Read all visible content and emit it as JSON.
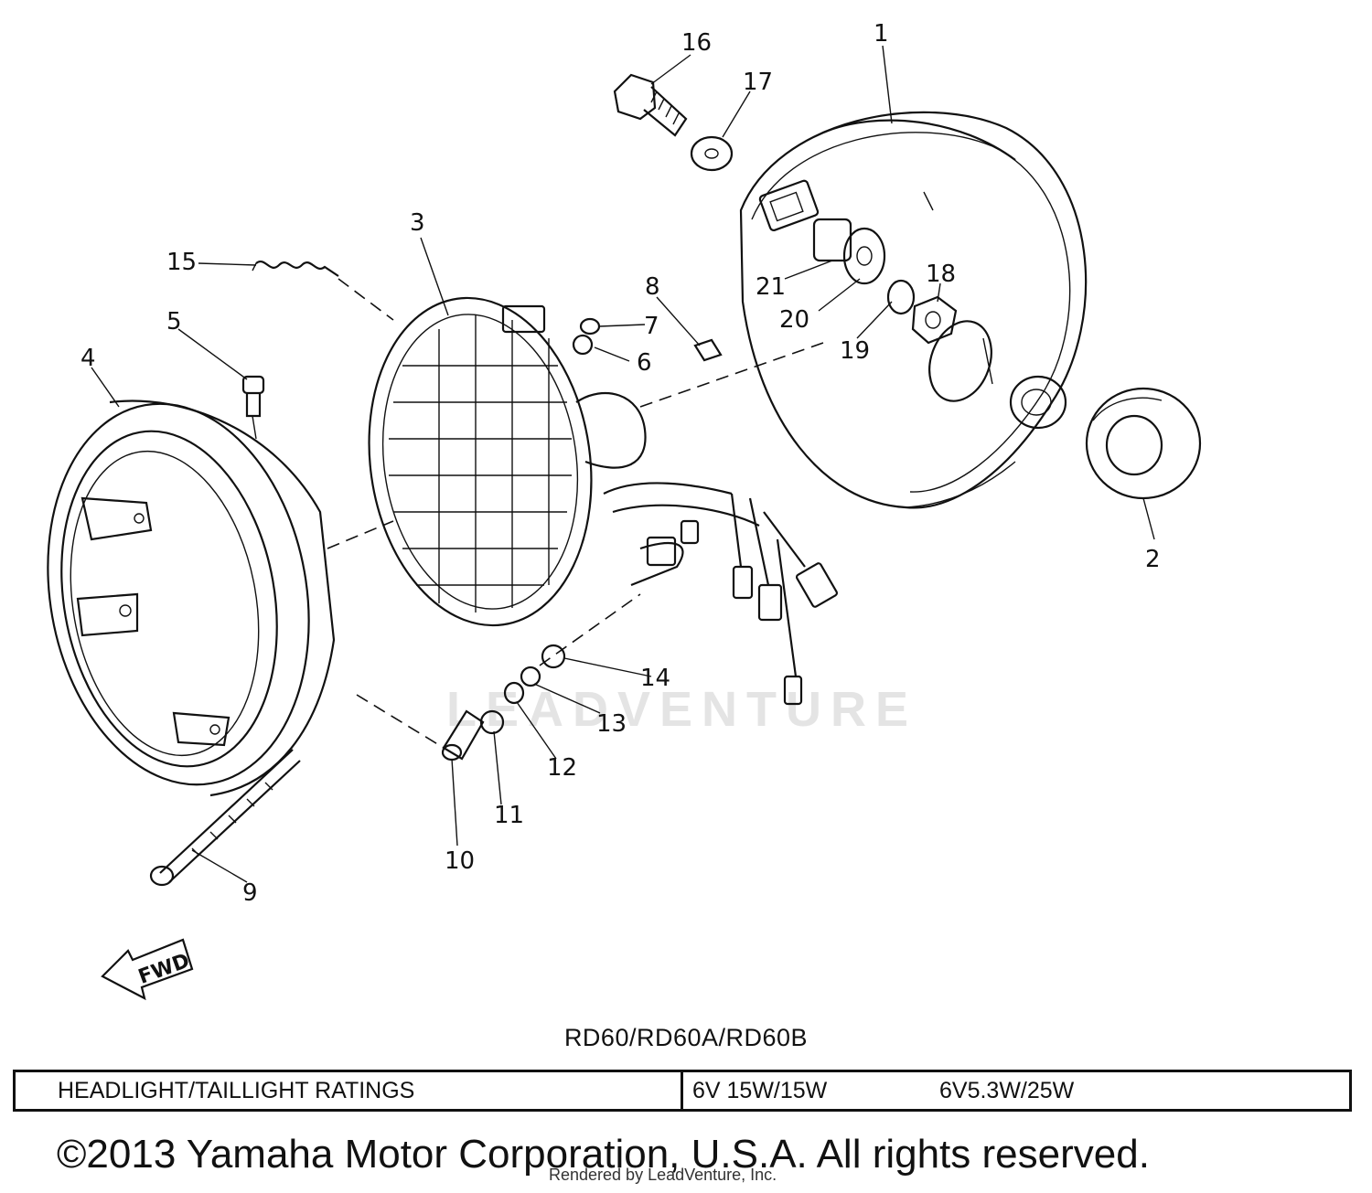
{
  "diagram": {
    "callouts": [
      "1",
      "2",
      "3",
      "4",
      "5",
      "6",
      "7",
      "8",
      "9",
      "10",
      "11",
      "12",
      "13",
      "14",
      "15",
      "16",
      "17",
      "18",
      "19",
      "20",
      "21"
    ],
    "fwd_label": "FWD",
    "watermark": "LEADVENTURE"
  },
  "footer": {
    "model": "RD60/RD60A/RD60B",
    "ratings_label": "HEADLIGHT/TAILLIGHT RATINGS",
    "rating_1": "6V 15W/15W",
    "rating_2": "6V5.3W/25W",
    "copyright": "©2013 Yamaha Motor Corporation, U.S.A. All rights reserved.",
    "rendered_by": "Rendered by LeadVenture, Inc."
  }
}
